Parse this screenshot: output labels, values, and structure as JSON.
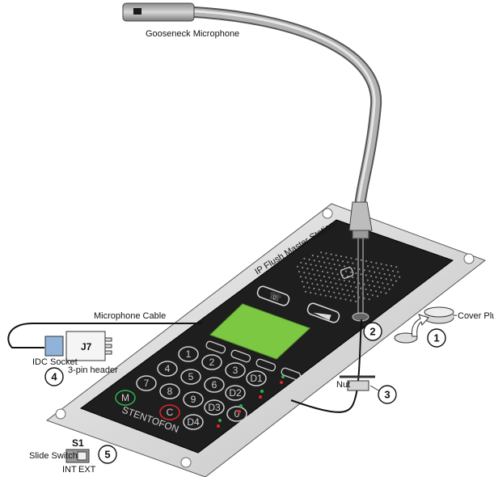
{
  "labels": {
    "microphone": "Gooseneck Microphone",
    "station": "IP Flush Master Station",
    "cable": "Microphone Cable",
    "cover_plug": "Cover Plug",
    "nut": "Nut",
    "idc_socket": "IDC Socket",
    "header": "3-pin header",
    "j7": "J7",
    "slide_switch": "Slide Switch",
    "s1": "S1",
    "int": "INT",
    "ext": "EXT",
    "brand": "STENTOFON"
  },
  "callouts": [
    "1",
    "2",
    "3",
    "4",
    "5"
  ],
  "keys": [
    "1",
    "2",
    "3",
    "4",
    "5",
    "6",
    "7",
    "8",
    "9",
    "0",
    "M",
    "C",
    "D1",
    "D2",
    "D3",
    "D4"
  ],
  "colors": {
    "lcd": "#7cc842",
    "panel": "#1e1e1e",
    "plate": "#d9d9d9",
    "gooseneck": "#a9a9a9",
    "led_green": "#2db34a",
    "led_red": "#e0262a"
  }
}
